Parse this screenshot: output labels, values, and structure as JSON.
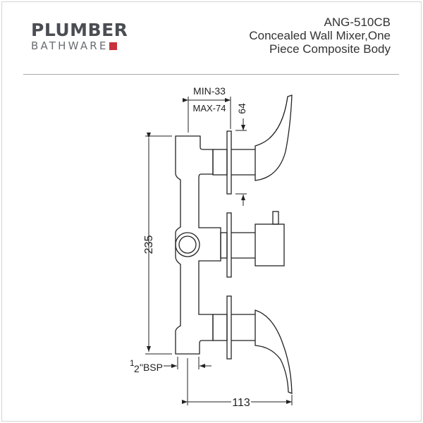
{
  "brand": {
    "name": "PLUMBER",
    "sub": "BATHWARE",
    "accent": "#c8323c"
  },
  "product": {
    "code": "ANG-510CB",
    "line1": "Concealed Wall Mixer,One",
    "line2": "Piece Composite Body"
  },
  "dimensions": {
    "wall_min": "MIN-33",
    "wall_max": "MAX-74",
    "plate_height": "64",
    "height": "235",
    "inlet_num": "1",
    "inlet_den": "2",
    "inlet_suffix": "\"BSP",
    "depth": "113"
  }
}
